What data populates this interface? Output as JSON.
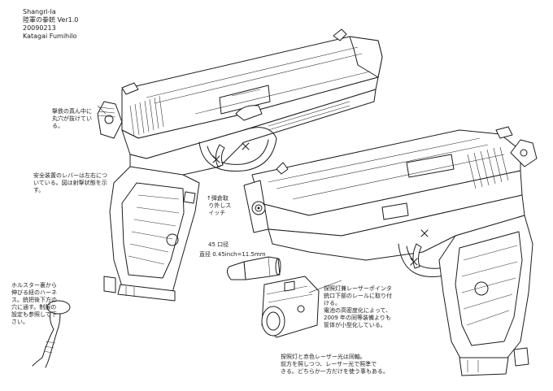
{
  "header": {
    "line1": "Shangri-la",
    "line2": "陸軍の拳銃 Ver1.0",
    "line3": "20090213",
    "line4": "Katagai Fumihilo"
  },
  "notes": {
    "hammer": "撃鉄の真ん中に\n丸穴が抜けてい\nる。",
    "safety": "安全装置のレバーは左右につ\nいている。図は射撃状態を示\nす。",
    "magazine": "↑弾倉取\n り外しス\n イッチ",
    "caliber_line1": "45 口径",
    "caliber_line2": "直径 0.45inch=11.5mm",
    "holster": "ホルスター裏から\n伸びる紐のハーネ\nス。銃把後下方の\n穴に通す。制服の\n設定も参照して下\nさい。",
    "laser_module": "探照灯兼レーザーポインタ\n銃口下部のレールに取り付\nける。\n電池の高密度化によって、\n2009 年の同等装備よりも\n筐体が小型化している。",
    "laser_beam": "探照灯と赤色レーザー光は同軸。\n前方を照しつつ、レーザー光で照準で\nきる。どちらか一方だけを使う事もある。"
  }
}
